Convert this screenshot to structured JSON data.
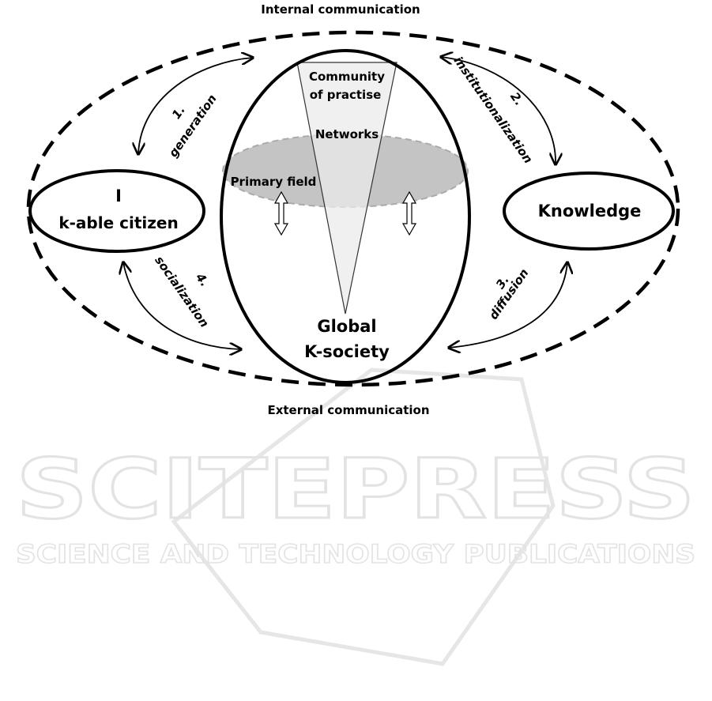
{
  "diagram": {
    "top_label": "Internal communication",
    "bottom_label": "External communication",
    "left_node": {
      "line1": "I",
      "line2": "k-able citizen"
    },
    "right_node": {
      "label": "Knowledge"
    },
    "center": {
      "community_line1": "Community",
      "community_line2": "of practise",
      "networks": "Networks",
      "primary_field": "Primary field",
      "global_line1": "Global",
      "global_line2": "K-society"
    },
    "arrows": {
      "generation": {
        "num": "1.",
        "label": "generation"
      },
      "institutionalization": {
        "num": "2.",
        "label": "institutionalization"
      },
      "diffusion": {
        "num": "3.",
        "label": "diffusion"
      },
      "socialization": {
        "num": "4.",
        "label": "socialization"
      }
    }
  },
  "watermark": {
    "title": "SCITEPRESS",
    "subtitle": "SCIENCE AND TECHNOLOGY PUBLICATIONS"
  }
}
